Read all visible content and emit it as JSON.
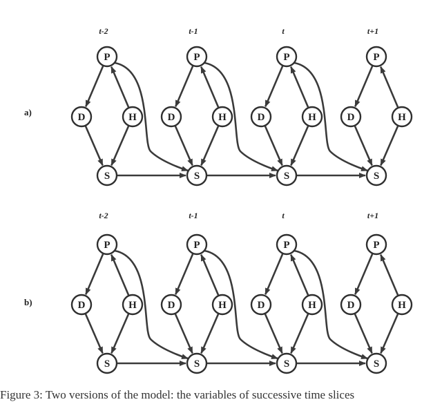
{
  "panels": [
    {
      "label": "a)",
      "time_labels": [
        "t-2",
        "t-1",
        "t",
        "t+1"
      ],
      "nodes": [
        "P",
        "D",
        "H",
        "S"
      ],
      "edges": [
        {
          "slice": "all",
          "from": "P",
          "to": "D"
        },
        {
          "slice": "all",
          "from": "H",
          "to": "P"
        },
        {
          "slice": "all",
          "from": "D",
          "to": "S"
        },
        {
          "slice": "all",
          "from": "H",
          "to": "S"
        },
        {
          "slice": "t-2",
          "from": "P",
          "to": "S",
          "next_slice": true
        },
        {
          "slice": "t-1",
          "from": "P",
          "to": "S",
          "next_slice": true
        },
        {
          "slice": "t",
          "from": "P",
          "to": "S",
          "next_slice": true
        },
        {
          "slice": "t-2",
          "from": "S",
          "to": "S",
          "next_slice": true
        },
        {
          "slice": "t-1",
          "from": "S",
          "to": "S",
          "next_slice": true
        },
        {
          "slice": "t",
          "from": "S",
          "to": "S",
          "next_slice": true
        }
      ]
    },
    {
      "label": "b)",
      "time_labels": [
        "t-2",
        "t-1",
        "t",
        "t+1"
      ],
      "nodes": [
        "P",
        "D",
        "H",
        "S"
      ],
      "edges": [
        {
          "slice": "all",
          "from": "P",
          "to": "D"
        },
        {
          "slice": "all",
          "from": "H",
          "to": "P"
        },
        {
          "slice": "all",
          "from": "D",
          "to": "S"
        },
        {
          "slice": "all",
          "from": "H",
          "to": "S"
        },
        {
          "slice": "t-2",
          "from": "P",
          "to": "S",
          "next_slice": true
        },
        {
          "slice": "t-1",
          "from": "P",
          "to": "S",
          "next_slice": true
        },
        {
          "slice": "t",
          "from": "P",
          "to": "S",
          "next_slice": true
        },
        {
          "slice": "t-2",
          "from": "S",
          "to": "S",
          "next_slice": true
        },
        {
          "slice": "t-1",
          "from": "S",
          "to": "S",
          "next_slice": true
        },
        {
          "slice": "t",
          "from": "S",
          "to": "S",
          "next_slice": true
        }
      ]
    }
  ],
  "caption": "Figure 3: Two versions of the model: the variables of successive time slices",
  "colors": {
    "stroke": "#2f2f2f",
    "background": "#ffffff"
  }
}
